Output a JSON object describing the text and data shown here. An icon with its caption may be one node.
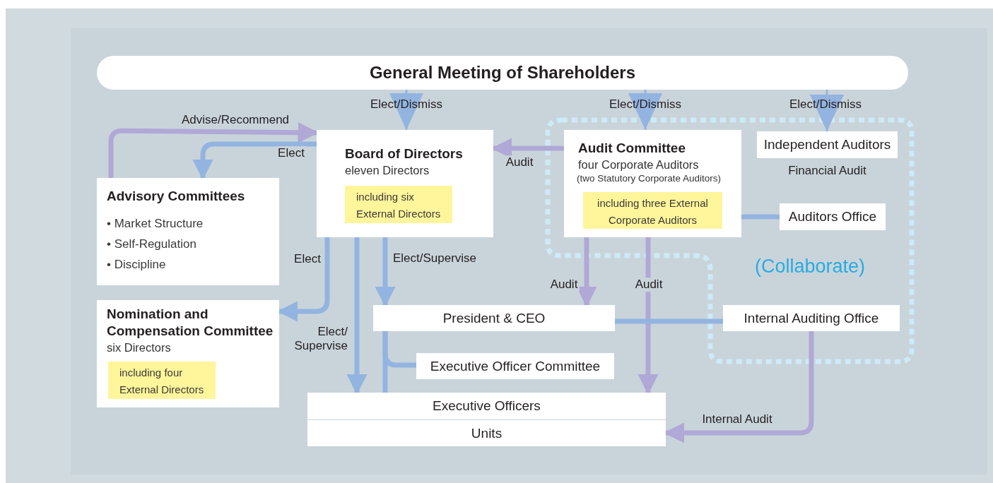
{
  "diagram": {
    "nodes": [
      {
        "text": [
          "General Meeting of Shareholders"
        ]
      },
      {
        "text": [
          "Board of Directors",
          "eleven Directors"
        ]
      },
      {
        "text": [
          "including six External Directors"
        ],
        "in": 1
      },
      {
        "text": [
          "Audit Committee",
          "four Corporate Auditors",
          "(two Statutory Corporate Auditors)"
        ]
      },
      {
        "text": [
          "including three External Corporate Auditors"
        ],
        "in": 3
      },
      {
        "text": [
          "Independent Auditors"
        ],
        "beside": [
          "Financial Audit"
        ]
      },
      {
        "text": [
          "Advisory Committees",
          "• Market Structure",
          "• Self-Regulation",
          "• Discipline"
        ]
      },
      {
        "text": [
          "Auditors Office"
        ]
      },
      {
        "text": [
          "Nomination and Compensation Committee",
          "six Directors"
        ]
      },
      {
        "text": [
          "including four External Directors"
        ],
        "in": 8
      },
      {
        "text": [
          "President & CEO"
        ]
      },
      {
        "text": [
          "Internal Auditing Office"
        ]
      },
      {
        "text": [
          "Executive Officer Committee"
        ]
      },
      {
        "text": [
          "Executive Officers"
        ]
      },
      {
        "text": [
          "Units"
        ]
      }
    ],
    "edges": [
      {
        "from": 0,
        "to": 1,
        "arrow": "to",
        "label": "Elect/Dismiss"
      },
      {
        "from": 0,
        "to": 3,
        "arrow": "to",
        "label": "Elect/Dismiss"
      },
      {
        "from": 0,
        "to": 5,
        "arrow": "to",
        "label": "Elect/Dismiss"
      },
      {
        "from": 6,
        "to": 1,
        "arrow": "to",
        "label": "Advise/Recommend",
        "color": "#b0a8d6"
      },
      {
        "from": 1,
        "to": 6,
        "arrow": "to",
        "label": "Elect"
      },
      {
        "from": 3,
        "to": 1,
        "arrow": "to",
        "label": "Audit",
        "color": "#b0a8d6"
      },
      {
        "from": 1,
        "to": 8,
        "arrow": "to",
        "label": "Elect"
      },
      {
        "from": 1,
        "to": 13,
        "arrow": "to",
        "label": "Elect/ Supervise"
      },
      {
        "from": 1,
        "to": 10,
        "arrow": "to",
        "label": "Elect/Supervise"
      },
      {
        "from": 3,
        "to": 10,
        "arrow": "to",
        "label": "Audit",
        "color": "#b0a8d6"
      },
      {
        "from": 3,
        "to": 13,
        "arrow": "to",
        "label": "Audit",
        "color": "#b0a8d6"
      },
      {
        "from": 3,
        "to": 7,
        "arrow": "none"
      },
      {
        "from": 10,
        "to": 11,
        "arrow": "none"
      },
      {
        "from": 10,
        "to": 12,
        "arrow": "none"
      },
      {
        "from": 10,
        "to": 13,
        "arrow": "none"
      },
      {
        "from": 11,
        "to": 14,
        "arrow": "to",
        "label": "Internal Audit",
        "color": "#b0a8d6"
      }
    ],
    "labels": [
      "(Collaborate)"
    ]
  }
}
